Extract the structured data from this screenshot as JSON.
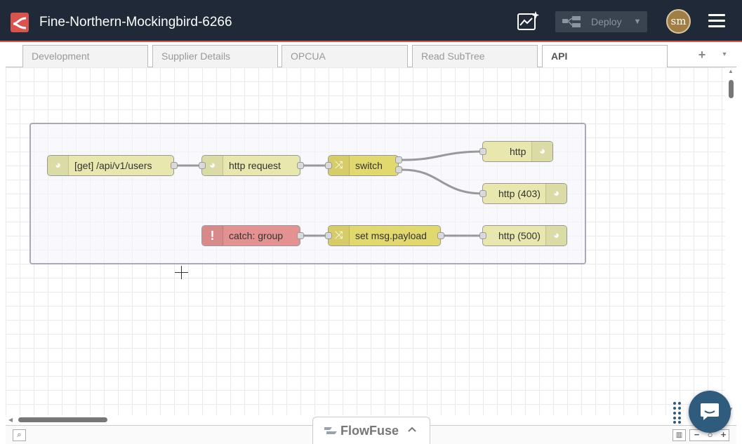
{
  "header": {
    "title": "Fine-Northern-Mockingbird-6266",
    "deploy_label": "Deploy",
    "avatar_initials": "sm",
    "accent_color": "#d9534f"
  },
  "tabs": [
    {
      "label": "Development",
      "active": false
    },
    {
      "label": "Supplier Details",
      "active": false
    },
    {
      "label": "OPCUA",
      "active": false
    },
    {
      "label": "Read SubTree",
      "active": false
    },
    {
      "label": "API",
      "active": true
    }
  ],
  "tab_actions": {
    "add": "+",
    "menu": "▾"
  },
  "flow": {
    "nodes": [
      {
        "label": "[get] /api/v1/users",
        "type": "http in",
        "icon": "globe-icon",
        "color": "#e7e7ae"
      },
      {
        "label": "http request",
        "type": "http request",
        "icon": "globe-icon",
        "color": "#e7e7ae"
      },
      {
        "label": "switch",
        "type": "switch",
        "icon": "switch-icon",
        "color": "#e2d96e"
      },
      {
        "label": "http",
        "type": "http response",
        "icon": "globe-icon",
        "color": "#e7e7ae"
      },
      {
        "label": "http (403)",
        "type": "http response",
        "icon": "globe-icon",
        "color": "#e7e7ae"
      },
      {
        "label": "catch: group",
        "type": "catch",
        "icon": "alert-icon",
        "color": "#e49191"
      },
      {
        "label": "set msg.payload",
        "type": "change",
        "icon": "shuffle-icon",
        "color": "#e2d96e"
      },
      {
        "label": "http (500)",
        "type": "http response",
        "icon": "globe-icon",
        "color": "#e7e7ae"
      }
    ]
  },
  "footer": {
    "brand": "FlowFuse",
    "zoom_out": "−",
    "zoom_reset": "○",
    "zoom_in": "+"
  }
}
